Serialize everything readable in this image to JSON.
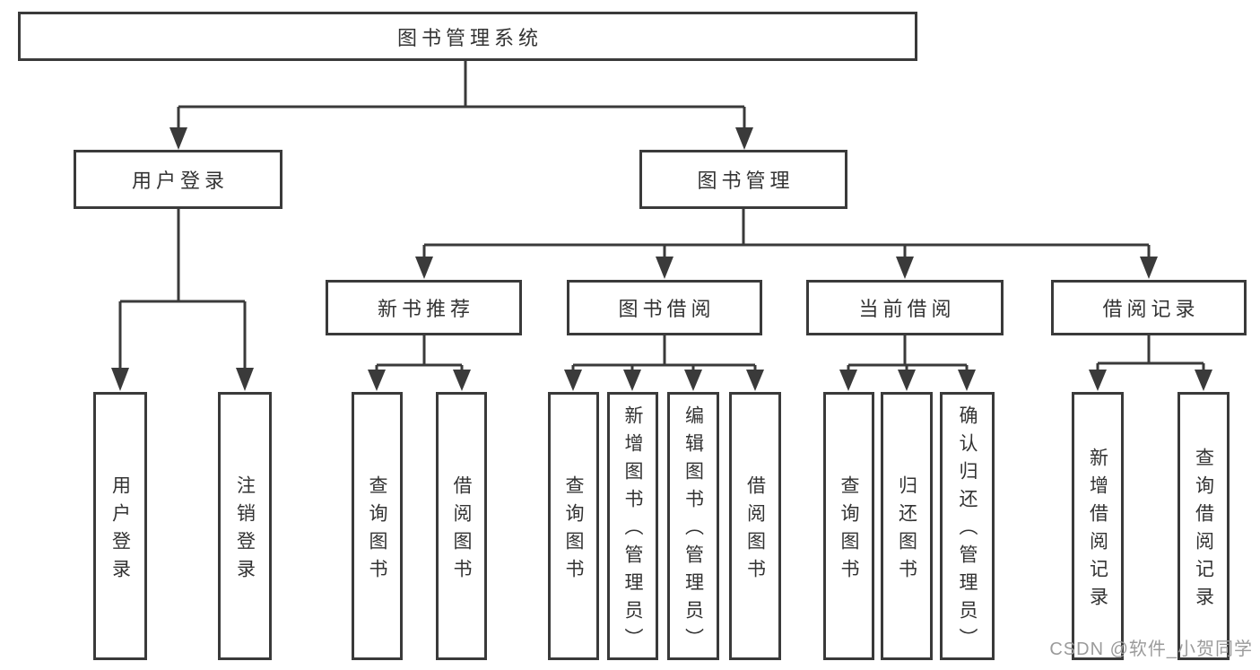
{
  "diagram_title": "图书管理系统",
  "nodes": {
    "root": "图书管理系统",
    "user_login": "用户登录",
    "book_mgmt": "图书管理",
    "new_book_rec": "新书推荐",
    "book_borrow": "图书借阅",
    "current_borrow": "当前借阅",
    "borrow_records": "借阅记录",
    "leaf_user_login": "用户登录",
    "leaf_logout": "注销登录",
    "rec_query_book": "查询图书",
    "rec_borrow_book": "借阅图书",
    "bb_query_book": "查询图书",
    "bb_add_book": "新增图书（管理员）",
    "bb_edit_book": "编辑图书（管理员）",
    "bb_borrow_book": "借阅图书",
    "cb_query_book": "查询图书",
    "cb_return_book": "归还图书",
    "cb_confirm_return": "确认归还（管理员）",
    "br_add_record": "新增借阅记录",
    "br_query_record": "查询借阅记录"
  },
  "hierarchy": [
    {
      "parent": "图书管理系统",
      "children": [
        "用户登录",
        "图书管理"
      ]
    },
    {
      "parent": "用户登录",
      "children": [
        "用户登录",
        "注销登录"
      ]
    },
    {
      "parent": "图书管理",
      "children": [
        "新书推荐",
        "图书借阅",
        "当前借阅",
        "借阅记录"
      ]
    },
    {
      "parent": "新书推荐",
      "children": [
        "查询图书",
        "借阅图书"
      ]
    },
    {
      "parent": "图书借阅",
      "children": [
        "查询图书",
        "新增图书（管理员）",
        "编辑图书（管理员）",
        "借阅图书"
      ]
    },
    {
      "parent": "当前借阅",
      "children": [
        "查询图书",
        "归还图书",
        "确认归还（管理员）"
      ]
    },
    {
      "parent": "借阅记录",
      "children": [
        "新增借阅记录",
        "查询借阅记录"
      ]
    }
  ],
  "watermark": "CSDN @软件_小贺同学",
  "colors": {
    "background": "#ffffff",
    "line": "#3a3a3a",
    "text": "#333333",
    "watermark": "#9b9b9b"
  }
}
